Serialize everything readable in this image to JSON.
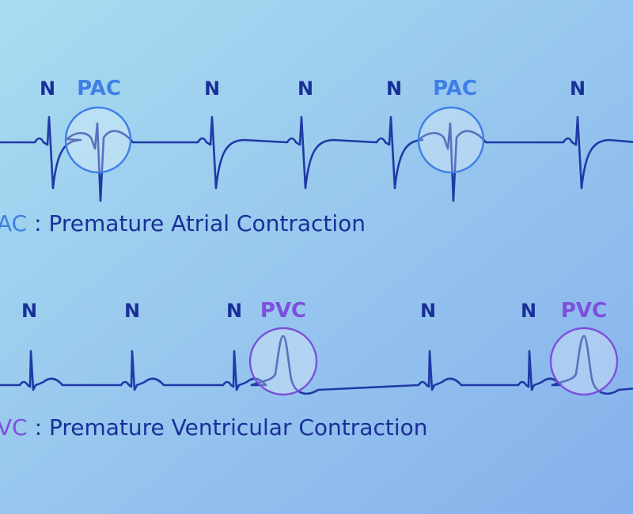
{
  "colors": {
    "bg_start": "#a7ddf0",
    "bg_end": "#86b0ec",
    "trace": "#1f3aa6",
    "normal_label": "#1a2f98",
    "pac_accent": "#3f7fe6",
    "pvc_accent": "#7d4fdc",
    "caption_text": "#1a2f98"
  },
  "pac_strip": {
    "beats": [
      {
        "label": "N",
        "type": "normal"
      },
      {
        "label": "PAC",
        "type": "pac"
      },
      {
        "label": "N",
        "type": "normal"
      },
      {
        "label": "N",
        "type": "normal"
      },
      {
        "label": "N",
        "type": "normal"
      },
      {
        "label": "PAC",
        "type": "pac"
      },
      {
        "label": "N",
        "type": "normal"
      }
    ],
    "caption": {
      "abbr": "AC",
      "sep": " : ",
      "text": "Premature Atrial Contraction"
    }
  },
  "pvc_strip": {
    "beats": [
      {
        "label": "N",
        "type": "normal"
      },
      {
        "label": "N",
        "type": "normal"
      },
      {
        "label": "N",
        "type": "normal"
      },
      {
        "label": "PVC",
        "type": "pvc"
      },
      {
        "label": "N",
        "type": "normal"
      },
      {
        "label": "N",
        "type": "normal"
      },
      {
        "label": "PVC",
        "type": "pvc"
      }
    ],
    "caption": {
      "abbr": "VC",
      "sep": " : ",
      "text": "Premature Ventricular Contraction"
    }
  }
}
